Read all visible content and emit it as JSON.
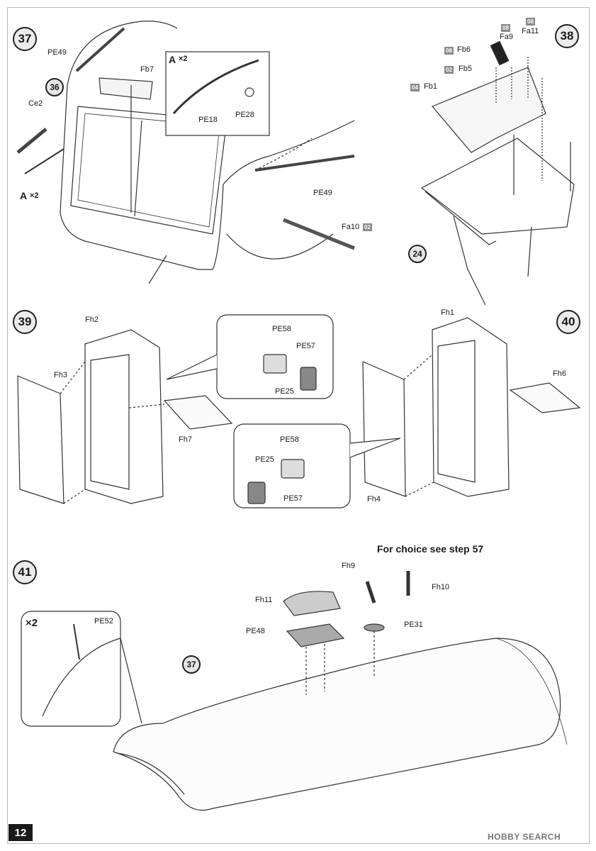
{
  "steps": {
    "s37": "37",
    "s38": "38",
    "s39": "39",
    "s40": "40",
    "s41": "41"
  },
  "subrefs": {
    "r36": "36",
    "r24": "24",
    "r37": "37"
  },
  "labels": {
    "pe49_a": "PE49",
    "fb7": "Fb7",
    "ce2": "Ce2",
    "pe18": "PE18",
    "pe28": "PE28",
    "pe49_b": "PE49",
    "fa10": "Fa10",
    "fb6": "Fb6",
    "fa9": "Fa9",
    "fa11": "Fa11",
    "fb5": "Fb5",
    "fb1": "Fb1",
    "fh2": "Fh2",
    "fh3": "Fh3",
    "fh7": "Fh7",
    "pe58_a": "PE58",
    "pe57_a": "PE57",
    "pe25_a": "PE25",
    "fh1": "Fh1",
    "fh6": "Fh6",
    "fh4": "Fh4",
    "pe58_b": "PE58",
    "pe25_b": "PE25",
    "pe57_b": "PE57",
    "fh9": "Fh9",
    "fh10": "Fh10",
    "fh11": "Fh11",
    "pe48": "PE48",
    "pe31": "PE31",
    "pe52": "PE52"
  },
  "tags": {
    "fa10": "02",
    "fb6": "08",
    "fa9": "08",
    "fa11": "08",
    "fb5": "02",
    "fb1": "04"
  },
  "multipliers": {
    "a_x2_box": "×2",
    "a_x2_side": "×2",
    "x2_41": "×2"
  },
  "callout_letters": {
    "a_box": "A",
    "a_side": "A"
  },
  "note": "For choice see step 57",
  "page_number": "12",
  "watermark": "HOBBY SEARCH"
}
